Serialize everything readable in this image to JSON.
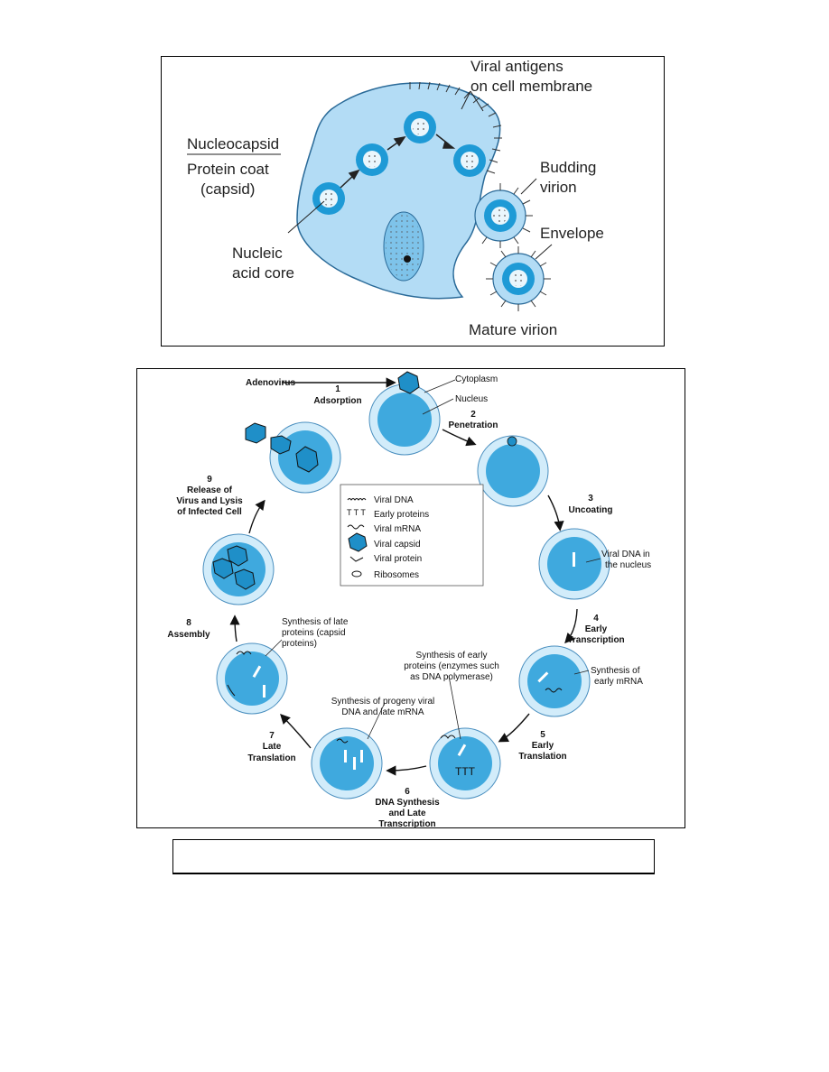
{
  "top_diagram": {
    "labels": {
      "viral_antigens_1": "Viral antigens",
      "viral_antigens_2": "on cell membrane",
      "nucleocapsid": "Nucleocapsid",
      "protein_coat_1": "Protein coat",
      "protein_coat_2": "(capsid)",
      "budding_1": "Budding",
      "budding_2": "virion",
      "envelope": "Envelope",
      "nucleic_1": "Nucleic",
      "nucleic_2": "acid core",
      "mature": "Mature virion"
    },
    "colors": {
      "cell": "#b3dcf5",
      "capsid": "#1e9ad6",
      "core": "#eaf6fc"
    }
  },
  "cycle_diagram": {
    "labels": {
      "adenovirus": "Adenovirus",
      "step1_num": "1",
      "step1": "Adsorption",
      "cytoplasm": "Cytoplasm",
      "nucleus": "Nucleus",
      "step2_num": "2",
      "step2": "Penetration",
      "step3_num": "3",
      "step3": "Uncoating",
      "viral_dna_nucleus_1": "Viral DNA in",
      "viral_dna_nucleus_2": "the nucleus",
      "step4_num": "4",
      "step4_a": "Early",
      "step4_b": "Transcription",
      "early_mrna_1": "Synthesis of",
      "early_mrna_2": "early mRNA",
      "early_prot_1": "Synthesis of early",
      "early_prot_2": "proteins (enzymes such",
      "early_prot_3": "as DNA polymerase)",
      "step5_num": "5",
      "step5_a": "Early",
      "step5_b": "Translation",
      "step6_num": "6",
      "step6_a": "DNA Synthesis",
      "step6_b": "and Late",
      "step6_c": "Transcription",
      "progeny_1": "Synthesis of progeny viral",
      "progeny_2": "DNA and late mRNA",
      "step7_num": "7",
      "step7_a": "Late",
      "step7_b": "Translation",
      "late_prot_1": "Synthesis of late",
      "late_prot_2": "proteins (capsid",
      "late_prot_3": "proteins)",
      "step8_num": "8",
      "step8": "Assembly",
      "step9_num": "9",
      "step9_a": "Release of",
      "step9_b": "Virus and Lysis",
      "step9_c": "of Infected Cell"
    },
    "legend": [
      {
        "symbol": "viral-dna",
        "label": "Viral DNA"
      },
      {
        "symbol": "early-proteins",
        "label": "Early proteins"
      },
      {
        "symbol": "viral-mrna",
        "label": "Viral mRNA"
      },
      {
        "symbol": "viral-capsid",
        "label": "Viral capsid"
      },
      {
        "symbol": "viral-protein",
        "label": "Viral protein"
      },
      {
        "symbol": "ribosomes",
        "label": "Ribosomes"
      }
    ],
    "colors": {
      "cytoplasm": "#d2ecfa",
      "nucleus": "#3fa9de",
      "capsid": "#1f8fc8"
    }
  },
  "caption": ""
}
